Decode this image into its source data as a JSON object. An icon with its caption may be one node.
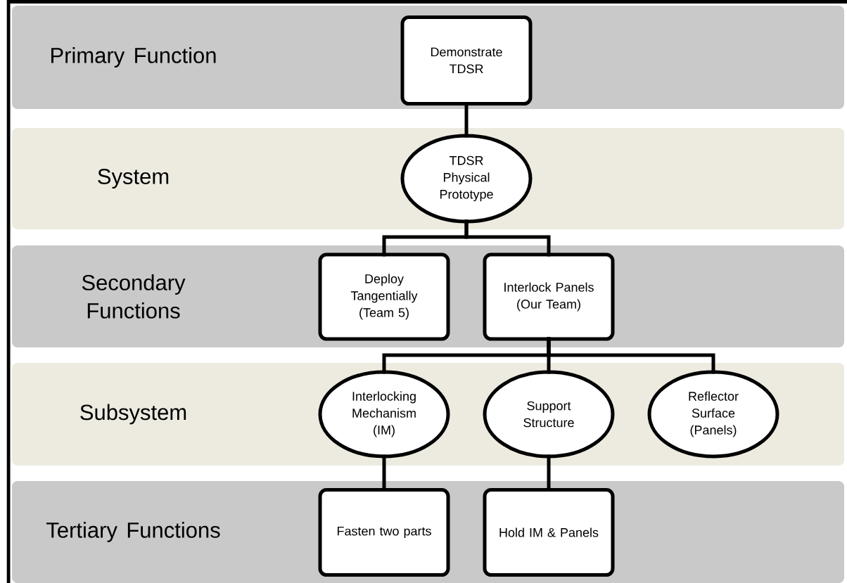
{
  "diagram": {
    "nodes": [
      {
        "text": [
          "Primary Function"
        ]
      },
      {
        "text": [
          "Demonstrate TDSR"
        ],
        "in": 0
      },
      {
        "text": [
          "System"
        ]
      },
      {
        "text": [
          "TDSR Physical Prototype"
        ],
        "in": 2
      },
      {
        "text": [
          "Secondary Functions"
        ]
      },
      {
        "text": [
          "Deploy Tangentially (Team 5)"
        ],
        "in": 4
      },
      {
        "text": [
          "Interlock Panels (Our Team)"
        ],
        "in": 4
      },
      {
        "text": [
          "Subsystem"
        ]
      },
      {
        "text": [
          "Interlocking Mechanism (IM)"
        ],
        "in": 7
      },
      {
        "text": [
          "Support Structure"
        ],
        "in": 7
      },
      {
        "text": [
          "Reflector Surface (Panels)"
        ],
        "in": 7
      },
      {
        "text": [
          "Tertiary Functions"
        ]
      },
      {
        "text": [
          "Fasten two parts"
        ],
        "in": 11
      },
      {
        "text": [
          "Hold IM & Panels"
        ],
        "in": 11
      }
    ],
    "edges": [
      {
        "from": 1,
        "to": 3,
        "arrow": "none"
      },
      {
        "from": 3,
        "to": 5,
        "arrow": "none"
      },
      {
        "from": 3,
        "to": 6,
        "arrow": "none"
      },
      {
        "from": 6,
        "to": 8,
        "arrow": "none"
      },
      {
        "from": 6,
        "to": 9,
        "arrow": "none"
      },
      {
        "from": 6,
        "to": 10,
        "arrow": "none"
      },
      {
        "from": 8,
        "to": 12,
        "arrow": "none"
      },
      {
        "from": 9,
        "to": 13,
        "arrow": "none"
      }
    ]
  }
}
